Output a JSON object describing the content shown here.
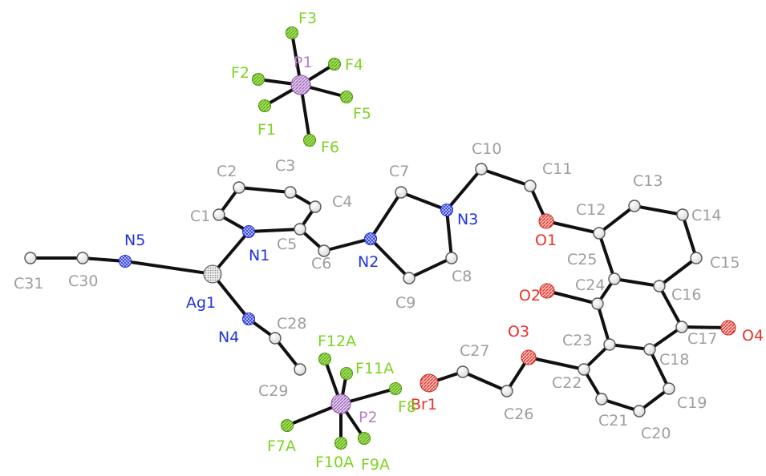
{
  "colors": {
    "C": "#9e9e9e",
    "N": "#2233dd",
    "O": "#e8322a",
    "Br": "#e8322a",
    "F": "#7ed321",
    "P": "#b07fc6",
    "Ag": "#2233dd",
    "bond": "#111111"
  },
  "atoms": [
    {
      "id": "C1",
      "el": "C",
      "label": "C1"
    },
    {
      "id": "C2",
      "el": "C",
      "label": "C2"
    },
    {
      "id": "C3",
      "el": "C",
      "label": "C3"
    },
    {
      "id": "C4",
      "el": "C",
      "label": "C4"
    },
    {
      "id": "C5",
      "el": "C",
      "label": "C5"
    },
    {
      "id": "N1",
      "el": "N",
      "label": "N1"
    },
    {
      "id": "C6",
      "el": "C",
      "label": "C6"
    },
    {
      "id": "N2",
      "el": "N",
      "label": "N2"
    },
    {
      "id": "C7",
      "el": "C",
      "label": "C7"
    },
    {
      "id": "N3",
      "el": "N",
      "label": "N3"
    },
    {
      "id": "C8",
      "el": "C",
      "label": "C8"
    },
    {
      "id": "C9",
      "el": "C",
      "label": "C9"
    },
    {
      "id": "C10",
      "el": "C",
      "label": "C10"
    },
    {
      "id": "C11",
      "el": "C",
      "label": "C11"
    },
    {
      "id": "O1",
      "el": "O",
      "label": "O1"
    },
    {
      "id": "C12",
      "el": "C",
      "label": "C12"
    },
    {
      "id": "C13",
      "el": "C",
      "label": "C13"
    },
    {
      "id": "C14",
      "el": "C",
      "label": "C14"
    },
    {
      "id": "C15",
      "el": "C",
      "label": "C15"
    },
    {
      "id": "C16",
      "el": "C",
      "label": "C16"
    },
    {
      "id": "C25",
      "el": "C",
      "label": "C25"
    },
    {
      "id": "C24",
      "el": "C",
      "label": "C24"
    },
    {
      "id": "O2",
      "el": "O",
      "label": "O2"
    },
    {
      "id": "C17",
      "el": "C",
      "label": "C17"
    },
    {
      "id": "O4",
      "el": "O",
      "label": "O4"
    },
    {
      "id": "C18",
      "el": "C",
      "label": "C18"
    },
    {
      "id": "C19",
      "el": "C",
      "label": "C19"
    },
    {
      "id": "C20",
      "el": "C",
      "label": "C20"
    },
    {
      "id": "C21",
      "el": "C",
      "label": "C21"
    },
    {
      "id": "C22",
      "el": "C",
      "label": "C22"
    },
    {
      "id": "C23",
      "el": "C",
      "label": "C23"
    },
    {
      "id": "O3",
      "el": "O",
      "label": "O3"
    },
    {
      "id": "C26",
      "el": "C",
      "label": "C26"
    },
    {
      "id": "C27",
      "el": "C",
      "label": "C27"
    },
    {
      "id": "Br1",
      "el": "Br",
      "label": "Br1"
    },
    {
      "id": "Ag1",
      "el": "Ag",
      "label": "Ag1"
    },
    {
      "id": "N5",
      "el": "N",
      "label": "N5"
    },
    {
      "id": "C30",
      "el": "C",
      "label": "C30"
    },
    {
      "id": "C31",
      "el": "C",
      "label": "C31"
    },
    {
      "id": "N4",
      "el": "N",
      "label": "N4"
    },
    {
      "id": "C28",
      "el": "C",
      "label": "C28"
    },
    {
      "id": "C29",
      "el": "C",
      "label": "C29"
    },
    {
      "id": "P1",
      "el": "P",
      "label": "P1"
    },
    {
      "id": "F1",
      "el": "F",
      "label": "F1"
    },
    {
      "id": "F2",
      "el": "F",
      "label": "F2"
    },
    {
      "id": "F3",
      "el": "F",
      "label": "F3"
    },
    {
      "id": "F4",
      "el": "F",
      "label": "F4"
    },
    {
      "id": "F5",
      "el": "F",
      "label": "F5"
    },
    {
      "id": "F6",
      "el": "F",
      "label": "F6"
    },
    {
      "id": "P2",
      "el": "P",
      "label": "P2"
    },
    {
      "id": "F7A",
      "el": "F",
      "label": "F7A"
    },
    {
      "id": "F8",
      "el": "F",
      "label": "F8"
    },
    {
      "id": "F9A",
      "el": "F",
      "label": "F9A"
    },
    {
      "id": "F10A",
      "el": "F",
      "label": "F10A"
    },
    {
      "id": "F11A",
      "el": "F",
      "label": "F11A"
    },
    {
      "id": "F12A",
      "el": "F",
      "label": "F12A"
    }
  ],
  "bonds": [
    [
      "C1",
      "C2"
    ],
    [
      "C2",
      "C3"
    ],
    [
      "C3",
      "C4"
    ],
    [
      "C4",
      "C5"
    ],
    [
      "C5",
      "N1"
    ],
    [
      "N1",
      "C1"
    ],
    [
      "C5",
      "C6"
    ],
    [
      "C6",
      "N2"
    ],
    [
      "N2",
      "C7"
    ],
    [
      "C7",
      "N3"
    ],
    [
      "N3",
      "C8"
    ],
    [
      "C8",
      "C9"
    ],
    [
      "C9",
      "N2"
    ],
    [
      "N3",
      "C10"
    ],
    [
      "C10",
      "C11"
    ],
    [
      "C11",
      "O1"
    ],
    [
      "O1",
      "C12"
    ],
    [
      "C12",
      "C13"
    ],
    [
      "C13",
      "C14"
    ],
    [
      "C14",
      "C15"
    ],
    [
      "C15",
      "C16"
    ],
    [
      "C16",
      "C25"
    ],
    [
      "C25",
      "C12"
    ],
    [
      "C25",
      "C24"
    ],
    [
      "C24",
      "O2"
    ],
    [
      "C24",
      "C23"
    ],
    [
      "C16",
      "C17"
    ],
    [
      "C17",
      "O4"
    ],
    [
      "C17",
      "C18"
    ],
    [
      "C18",
      "C23"
    ],
    [
      "C18",
      "C19"
    ],
    [
      "C19",
      "C20"
    ],
    [
      "C20",
      "C21"
    ],
    [
      "C21",
      "C22"
    ],
    [
      "C22",
      "C23"
    ],
    [
      "C22",
      "O3"
    ],
    [
      "O3",
      "C26"
    ],
    [
      "C26",
      "C27"
    ],
    [
      "C27",
      "Br1"
    ],
    [
      "Ag1",
      "N1"
    ],
    [
      "Ag1",
      "N5"
    ],
    [
      "N5",
      "C30"
    ],
    [
      "C30",
      "C31"
    ],
    [
      "Ag1",
      "N4"
    ],
    [
      "N4",
      "C28"
    ],
    [
      "C28",
      "C29"
    ],
    [
      "P1",
      "F1"
    ],
    [
      "P1",
      "F2"
    ],
    [
      "P1",
      "F3"
    ],
    [
      "P1",
      "F4"
    ],
    [
      "P1",
      "F5"
    ],
    [
      "P1",
      "F6"
    ],
    [
      "P2",
      "F7A"
    ],
    [
      "P2",
      "F8"
    ],
    [
      "P2",
      "F9A"
    ],
    [
      "P2",
      "F10A"
    ],
    [
      "P2",
      "F11A"
    ],
    [
      "P2",
      "F12A"
    ]
  ]
}
